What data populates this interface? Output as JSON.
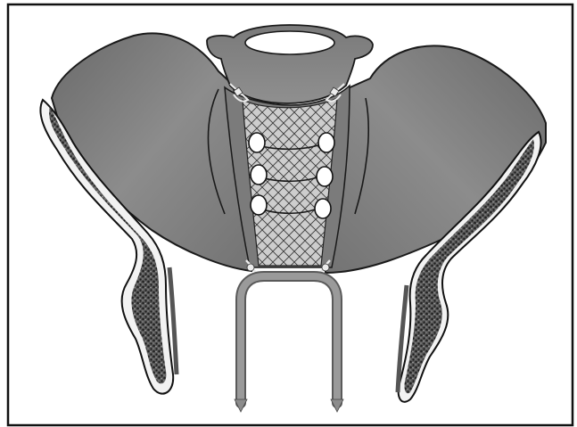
{
  "figure": {
    "caption": "",
    "colors": {
      "background": "#ffffff",
      "border": "#111111",
      "bone_dark": "#6c6c6c",
      "bone_mid": "#8e8e8e",
      "bone_light": "#a9a9a9",
      "mesh_fill": "#cfcfcf",
      "mesh_line": "#3a3a3a",
      "cortex_white": "#f4f4f4",
      "cancellous": "#2a2a2a",
      "rod": "#8c8c8c"
    },
    "structures": [
      "lumbar-vertebra",
      "sacrum",
      "left-ilium",
      "right-ilium",
      "mesh-graft",
      "screws",
      "wire-ties",
      "fixation-rods"
    ]
  }
}
